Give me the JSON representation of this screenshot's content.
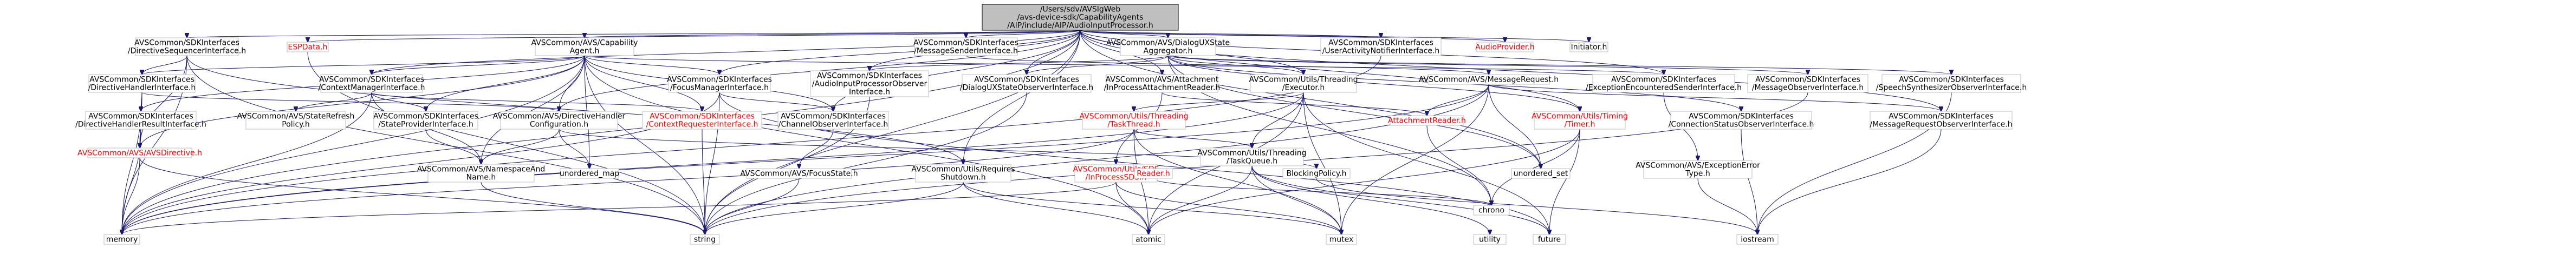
{
  "graph": {
    "root": "/Users/sdv/AVSIgWeb/avs-device-sdk/CapabilityAgents/AIP/include/AIP/AudioInputProcessor.h",
    "nodes": [
      {
        "id": "root",
        "lines": [
          "/Users/sdv/AVSIgWeb",
          "/avs-device-sdk/CapabilityAgents",
          "/AIP/include/AIP/AudioInputProcessor.h"
        ]
      },
      {
        "id": "dsi",
        "lines": [
          "AVSCommon/SDKInterfaces",
          "/DirectiveSequencerInterface.h"
        ]
      },
      {
        "id": "esp",
        "lines": [
          "ESPData.h"
        ],
        "missing": true
      },
      {
        "id": "cap",
        "lines": [
          "AVSCommon/AVS/Capability",
          "Agent.h"
        ]
      },
      {
        "id": "msi",
        "lines": [
          "AVSCommon/SDKInterfaces",
          "/MessageSenderInterface.h"
        ]
      },
      {
        "id": "dux",
        "lines": [
          "AVSCommon/AVS/DialogUXState",
          "Aggregator.h"
        ]
      },
      {
        "id": "uai",
        "lines": [
          "AVSCommon/SDKInterfaces",
          "/UserActivityNotifierInterface.h"
        ]
      },
      {
        "id": "ap",
        "lines": [
          "AudioProvider.h"
        ],
        "missing": true
      },
      {
        "id": "ini",
        "lines": [
          "Initiator.h"
        ]
      },
      {
        "id": "dhi",
        "lines": [
          "AVSCommon/SDKInterfaces",
          "/DirectiveHandlerInterface.h"
        ]
      },
      {
        "id": "cmi",
        "lines": [
          "AVSCommon/SDKInterfaces",
          "/ContextManagerInterface.h"
        ]
      },
      {
        "id": "fmi",
        "lines": [
          "AVSCommon/SDKInterfaces",
          "/FocusManagerInterface.h"
        ]
      },
      {
        "id": "aipo",
        "lines": [
          "AVSCommon/SDKInterfaces",
          "/AudioInputProcessorObserver",
          "Interface.h"
        ]
      },
      {
        "id": "duso",
        "lines": [
          "AVSCommon/SDKInterfaces",
          "/DialogUXStateObserverInterface.h"
        ]
      },
      {
        "id": "ipar",
        "lines": [
          "AVSCommon/AVS/Attachment",
          "/InProcessAttachmentReader.h"
        ]
      },
      {
        "id": "te",
        "lines": [
          "AVSCommon/Utils/Threading",
          "/Executor.h"
        ]
      },
      {
        "id": "mr",
        "lines": [
          "AVSCommon/AVS/MessageRequest.h"
        ]
      },
      {
        "id": "eeri",
        "lines": [
          "AVSCommon/SDKInterfaces",
          "/ExceptionEncounteredSenderInterface.h"
        ]
      },
      {
        "id": "moi",
        "lines": [
          "AVSCommon/SDKInterfaces",
          "/MessageObserverInterface.h"
        ]
      },
      {
        "id": "ssoi",
        "lines": [
          "AVSCommon/SDKInterfaces",
          "/SpeechSynthesizerObserverInterface.h"
        ]
      },
      {
        "id": "dhri",
        "lines": [
          "AVSCommon/SDKInterfaces",
          "/DirectiveHandlerResultInterface.h"
        ]
      },
      {
        "id": "avsd",
        "lines": [
          "AVSCommon/AVS/AVSDirective.h"
        ],
        "missing": true
      },
      {
        "id": "ssrp",
        "lines": [
          "AVSCommon/AVS/StateRefresh",
          "Policy.h"
        ]
      },
      {
        "id": "spi",
        "lines": [
          "AVSCommon/SDKInterfaces",
          "/StateProviderInterface.h"
        ]
      },
      {
        "id": "dhc",
        "lines": [
          "AVSCommon/AVS/DirectiveHandler",
          "Configuration.h"
        ]
      },
      {
        "id": "cri",
        "lines": [
          "AVSCommon/SDKInterfaces",
          "/ContextRequesterInterface.h"
        ],
        "missing": true
      },
      {
        "id": "coi",
        "lines": [
          "AVSCommon/SDKInterfaces",
          "/ChannelObserverInterface.h"
        ]
      },
      {
        "id": "tt",
        "lines": [
          "AVSCommon/Utils/Threading",
          "/TaskThread.h"
        ],
        "missing": true
      },
      {
        "id": "ttq",
        "lines": [
          "AVSCommon/Utils/Threading",
          "/TaskQueue.h"
        ]
      },
      {
        "id": "ar",
        "lines": [
          "AttachmentReader.h"
        ],
        "missing": true
      },
      {
        "id": "timer",
        "lines": [
          "AVSCommon/Utils/Timing",
          "/Timer.h"
        ],
        "missing": true
      },
      {
        "id": "csoi",
        "lines": [
          "AVSCommon/SDKInterfaces",
          "/ConnectionStatusObserverInterface.h"
        ]
      },
      {
        "id": "mroi",
        "lines": [
          "AVSCommon/SDKInterfaces",
          "/MessageRequestObserverInterface.h"
        ]
      },
      {
        "id": "nan",
        "lines": [
          "AVSCommon/AVS/NamespaceAnd",
          "Name.h"
        ]
      },
      {
        "id": "umap",
        "lines": [
          "unordered_map"
        ]
      },
      {
        "id": "fs",
        "lines": [
          "AVSCommon/AVS/FocusState.h"
        ]
      },
      {
        "id": "rs",
        "lines": [
          "AVSCommon/Utils/Requires",
          "Shutdown.h"
        ]
      },
      {
        "id": "sds",
        "lines": [
          "AVSCommon/Utils/SDS",
          "/InProcessSDS.h"
        ],
        "missing": true
      },
      {
        "id": "reader",
        "lines": [
          "Reader.h"
        ],
        "missing": true
      },
      {
        "id": "bp",
        "lines": [
          "BlockingPolicy.h"
        ]
      },
      {
        "id": "uset",
        "lines": [
          "unordered_set"
        ]
      },
      {
        "id": "chrono",
        "lines": [
          "chrono"
        ]
      },
      {
        "id": "aet",
        "lines": [
          "AVSCommon/AVS/ExceptionError",
          "Type.h"
        ]
      },
      {
        "id": "memory",
        "lines": [
          "memory"
        ]
      },
      {
        "id": "string",
        "lines": [
          "string"
        ]
      },
      {
        "id": "atomic",
        "lines": [
          "atomic"
        ]
      },
      {
        "id": "mutex",
        "lines": [
          "mutex"
        ]
      },
      {
        "id": "utility",
        "lines": [
          "utility"
        ]
      },
      {
        "id": "future",
        "lines": [
          "future"
        ]
      },
      {
        "id": "iostream",
        "lines": [
          "iostream"
        ]
      }
    ],
    "edges": [
      [
        "root",
        "dsi"
      ],
      [
        "root",
        "esp"
      ],
      [
        "root",
        "cap"
      ],
      [
        "root",
        "msi"
      ],
      [
        "root",
        "dux"
      ],
      [
        "root",
        "uai"
      ],
      [
        "root",
        "ap"
      ],
      [
        "root",
        "ini"
      ],
      [
        "root",
        "memory"
      ],
      [
        "root",
        "string"
      ],
      [
        "root",
        "te"
      ],
      [
        "root",
        "fmi"
      ],
      [
        "root",
        "aipo"
      ],
      [
        "root",
        "duso"
      ],
      [
        "root",
        "ipar"
      ],
      [
        "root",
        "eeri"
      ],
      [
        "root",
        "timer"
      ],
      [
        "root",
        "uset"
      ],
      [
        "root",
        "mroi"
      ],
      [
        "root",
        "rs"
      ],
      [
        "root",
        "cmi"
      ],
      [
        "root",
        "dhc"
      ],
      [
        "root",
        "coi"
      ],
      [
        "dsi",
        "dhi"
      ],
      [
        "dsi",
        "avsd"
      ],
      [
        "dsi",
        "rs"
      ],
      [
        "dsi",
        "memory"
      ],
      [
        "dsi",
        "string"
      ],
      [
        "esp",
        "string"
      ],
      [
        "cap",
        "dhi"
      ],
      [
        "cap",
        "cmi"
      ],
      [
        "cap",
        "fmi"
      ],
      [
        "cap",
        "eeri"
      ],
      [
        "cap",
        "avsd"
      ],
      [
        "cap",
        "coi"
      ],
      [
        "cap",
        "cri"
      ],
      [
        "cap",
        "spi"
      ],
      [
        "cap",
        "dhc"
      ],
      [
        "cap",
        "nan"
      ],
      [
        "cap",
        "umap"
      ],
      [
        "cap",
        "string"
      ],
      [
        "cap",
        "memory"
      ],
      [
        "cap",
        "atomic"
      ],
      [
        "cap",
        "dhri"
      ],
      [
        "msi",
        "mr"
      ],
      [
        "dux",
        "aipo"
      ],
      [
        "dux",
        "duso"
      ],
      [
        "dux",
        "te"
      ],
      [
        "dux",
        "csoi"
      ],
      [
        "dux",
        "moi"
      ],
      [
        "dux",
        "ssoi"
      ],
      [
        "dux",
        "timer"
      ],
      [
        "dux",
        "chrono"
      ],
      [
        "dux",
        "uset"
      ],
      [
        "uai",
        "memory"
      ],
      [
        "dhi",
        "dhri"
      ],
      [
        "dhi",
        "avsd"
      ],
      [
        "dhi",
        "dhc"
      ],
      [
        "dhi",
        "memory"
      ],
      [
        "cmi",
        "ssrp"
      ],
      [
        "cmi",
        "spi"
      ],
      [
        "cmi",
        "cri"
      ],
      [
        "cmi",
        "nan"
      ],
      [
        "cmi",
        "memory"
      ],
      [
        "fmi",
        "coi"
      ],
      [
        "fmi",
        "string"
      ],
      [
        "fmi",
        "memory"
      ],
      [
        "fmi",
        "future"
      ],
      [
        "aipo",
        "string"
      ],
      [
        "duso",
        "string"
      ],
      [
        "ipar",
        "ar"
      ],
      [
        "ipar",
        "sds"
      ],
      [
        "te",
        "tt"
      ],
      [
        "te",
        "ttq"
      ],
      [
        "te",
        "atomic"
      ],
      [
        "te",
        "future"
      ],
      [
        "te",
        "memory"
      ],
      [
        "te",
        "mutex"
      ],
      [
        "mr",
        "ar"
      ],
      [
        "mr",
        "mroi"
      ],
      [
        "mr",
        "memory"
      ],
      [
        "mr",
        "string"
      ],
      [
        "mr",
        "mutex"
      ],
      [
        "mr",
        "uset"
      ],
      [
        "eeri",
        "aet"
      ],
      [
        "moi",
        "string"
      ],
      [
        "ssoi",
        "iostream"
      ],
      [
        "dhri",
        "avsd"
      ],
      [
        "dhri",
        "memory"
      ],
      [
        "spi",
        "nan"
      ],
      [
        "dhc",
        "nan"
      ],
      [
        "dhc",
        "bp"
      ],
      [
        "dhc",
        "umap"
      ],
      [
        "cri",
        "string"
      ],
      [
        "coi",
        "fs"
      ],
      [
        "tt",
        "ttq"
      ],
      [
        "tt",
        "atomic"
      ],
      [
        "tt",
        "memory"
      ],
      [
        "tt",
        "mutex"
      ],
      [
        "ttq",
        "atomic"
      ],
      [
        "ttq",
        "mutex"
      ],
      [
        "ttq",
        "utility"
      ],
      [
        "ttq",
        "future"
      ],
      [
        "ar",
        "chrono"
      ],
      [
        "timer",
        "atomic"
      ],
      [
        "timer",
        "chrono"
      ],
      [
        "timer",
        "future"
      ],
      [
        "csoi",
        "iostream"
      ],
      [
        "mroi",
        "iostream"
      ],
      [
        "nan",
        "string"
      ],
      [
        "fs",
        "string"
      ],
      [
        "rs",
        "atomic"
      ],
      [
        "rs",
        "string"
      ],
      [
        "rs",
        "mutex"
      ],
      [
        "sds",
        "atomic"
      ],
      [
        "sds",
        "memory"
      ],
      [
        "sds",
        "mutex"
      ],
      [
        "reader",
        "chrono"
      ],
      [
        "bp",
        "iostream"
      ],
      [
        "aet",
        "iostream"
      ],
      [
        "avsd",
        "memory"
      ],
      [
        "avsd",
        "string"
      ]
    ]
  }
}
